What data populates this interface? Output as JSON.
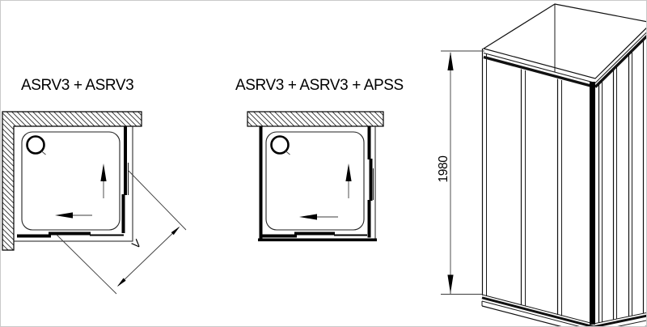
{
  "page": {
    "background": "#ffffff",
    "line_color": "#000000",
    "border_color": "#c9c9c9"
  },
  "views": {
    "corner_entry": {
      "title": "ASRV3 + ASRV3",
      "diagonal_dim_label": "V"
    },
    "corner_entry_with_fixed_wall": {
      "title": "ASRV3 + ASRV3 + APSS"
    },
    "perspective": {
      "height_dim_label": "1980"
    }
  }
}
